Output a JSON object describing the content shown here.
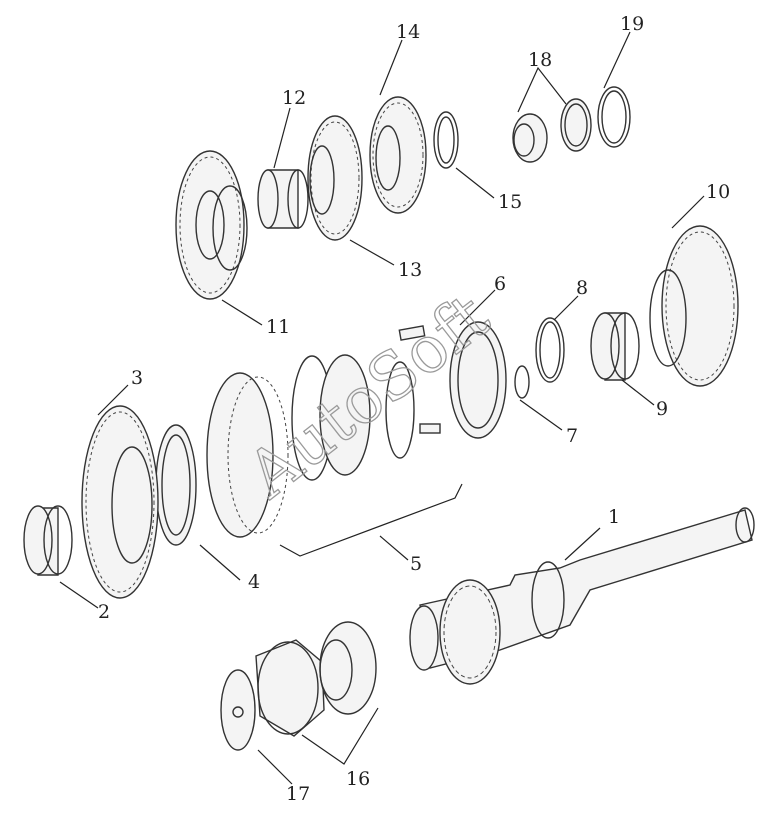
{
  "diagram": {
    "type": "exploded-parts-diagram",
    "watermark": "AutoSoft",
    "callouts": [
      {
        "id": "1",
        "label": "1",
        "part": "mainshaft"
      },
      {
        "id": "2",
        "label": "2",
        "part": "needle-bearing"
      },
      {
        "id": "3",
        "label": "3",
        "part": "gear"
      },
      {
        "id": "4",
        "label": "4",
        "part": "synchronizer-ring"
      },
      {
        "id": "5",
        "label": "5",
        "part": "synchronizer-assembly"
      },
      {
        "id": "6",
        "label": "6",
        "part": "synchronizer-ring"
      },
      {
        "id": "7",
        "label": "7",
        "part": "snap-ring"
      },
      {
        "id": "8",
        "label": "8",
        "part": "snap-ring"
      },
      {
        "id": "9",
        "label": "9",
        "part": "needle-bearing"
      },
      {
        "id": "10",
        "label": "10",
        "part": "gear"
      },
      {
        "id": "11",
        "label": "11",
        "part": "gear"
      },
      {
        "id": "12",
        "label": "12",
        "part": "sleeve"
      },
      {
        "id": "13",
        "label": "13",
        "part": "gear"
      },
      {
        "id": "14",
        "label": "14",
        "part": "gear"
      },
      {
        "id": "15",
        "label": "15",
        "part": "snap-ring"
      },
      {
        "id": "16",
        "label": "16",
        "part": "tapered-roller-bearing"
      },
      {
        "id": "17",
        "label": "17",
        "part": "thrust-washer"
      },
      {
        "id": "18",
        "label": "18",
        "part": "tapered-roller-bearing"
      },
      {
        "id": "19",
        "label": "19",
        "part": "snap-ring"
      }
    ]
  }
}
